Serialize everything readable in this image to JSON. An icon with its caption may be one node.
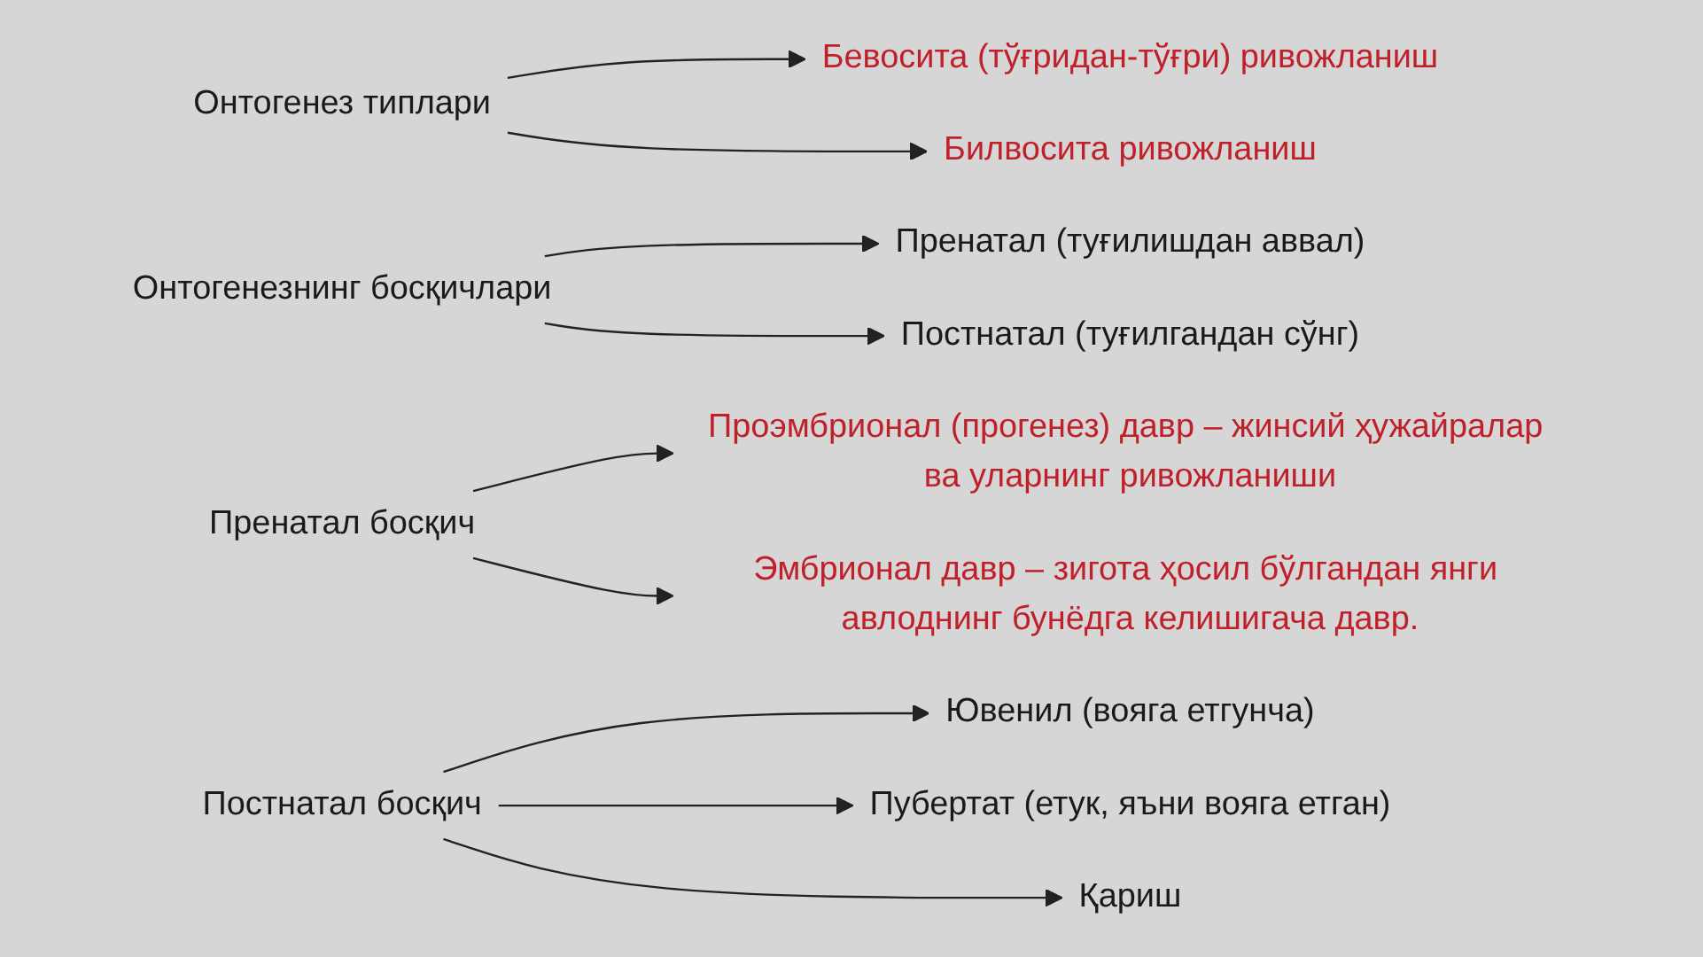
{
  "diagram": {
    "nodes": [
      {
        "text": [
          "Онтогенез типлари"
        ]
      },
      {
        "text": [
          "Бевосита (тўғридан-тўғри) ривожланиш"
        ]
      },
      {
        "text": [
          "Билвосита ривожланиш"
        ]
      },
      {
        "text": [
          "Онтогенезнинг босқичлари"
        ]
      },
      {
        "text": [
          "Пренатал (туғилишдан аввал)"
        ]
      },
      {
        "text": [
          "Постнатал (туғилгандан сўнг)"
        ]
      },
      {
        "text": [
          "Пренатал босқич"
        ]
      },
      {
        "text": [
          "Проэмбрионал (прогенез) давр – жинсий ҳужайралар ва уларнинг ривожланиши"
        ]
      },
      {
        "text": [
          "Эмбрионал давр – зигота ҳосил бўлгандан янги авлоднинг бунёдга келишигача давр."
        ]
      },
      {
        "text": [
          "Постнатал босқич"
        ]
      },
      {
        "text": [
          "Ювенил (вояга етгунча)"
        ]
      },
      {
        "text": [
          "Пубертат (етук, яъни вояга етган)"
        ]
      },
      {
        "text": [
          "Қариш"
        ]
      }
    ],
    "edges": [
      {
        "from": 0,
        "to": 1,
        "arrow": "to"
      },
      {
        "from": 0,
        "to": 2,
        "arrow": "to"
      },
      {
        "from": 3,
        "to": 4,
        "arrow": "to"
      },
      {
        "from": 3,
        "to": 5,
        "arrow": "to"
      },
      {
        "from": 6,
        "to": 7,
        "arrow": "to"
      },
      {
        "from": 6,
        "to": 8,
        "arrow": "to"
      },
      {
        "from": 9,
        "to": 10,
        "arrow": "to"
      },
      {
        "from": 9,
        "to": 11,
        "arrow": "to"
      },
      {
        "from": 9,
        "to": 12,
        "arrow": "to"
      }
    ]
  }
}
